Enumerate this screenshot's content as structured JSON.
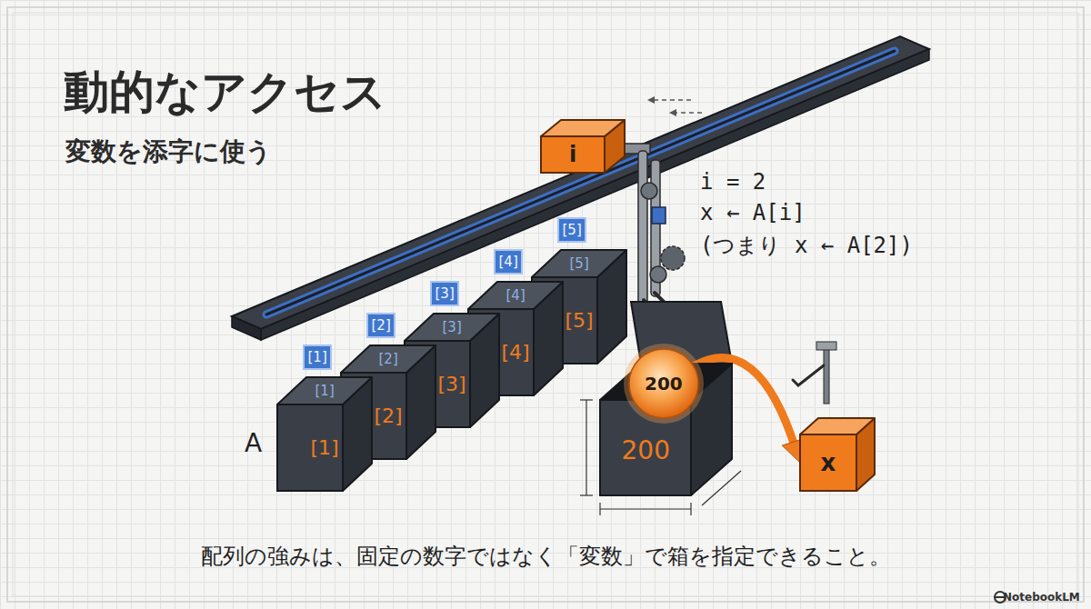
{
  "diagram": {
    "title": "動的なアクセス",
    "caption": "配列の強みは、固定の数字ではなく「変数」で箱を指定できること。",
    "nodes": [
      {
        "text": [
          "i"
        ]
      },
      {
        "text": [
          "[1]"
        ]
      },
      {
        "text": [
          "[2]"
        ]
      },
      {
        "text": [
          "[3]"
        ]
      },
      {
        "text": [
          "[4]"
        ]
      },
      {
        "text": [
          "[5]"
        ]
      },
      {
        "text": [
          "[1]",
          "[1]"
        ]
      },
      {
        "text": [
          "[2]",
          "[2]"
        ]
      },
      {
        "text": [
          "[3]",
          "[3]"
        ]
      },
      {
        "text": [
          "[4]",
          "[4]"
        ]
      },
      {
        "text": [
          "[5]",
          "[5]"
        ]
      },
      {
        "text": [
          "200"
        ]
      },
      {
        "text": [
          "200"
        ],
        "in": 11
      },
      {
        "text": [
          "x"
        ]
      }
    ],
    "edges": [
      {
        "from": 12,
        "to": 13,
        "arrow": "to"
      }
    ],
    "labels": [
      "変数を添字に使う",
      "i = 2",
      "x ← A[i]",
      "(つまり x ← A[2])",
      "A",
      "NotebookLM"
    ]
  }
}
